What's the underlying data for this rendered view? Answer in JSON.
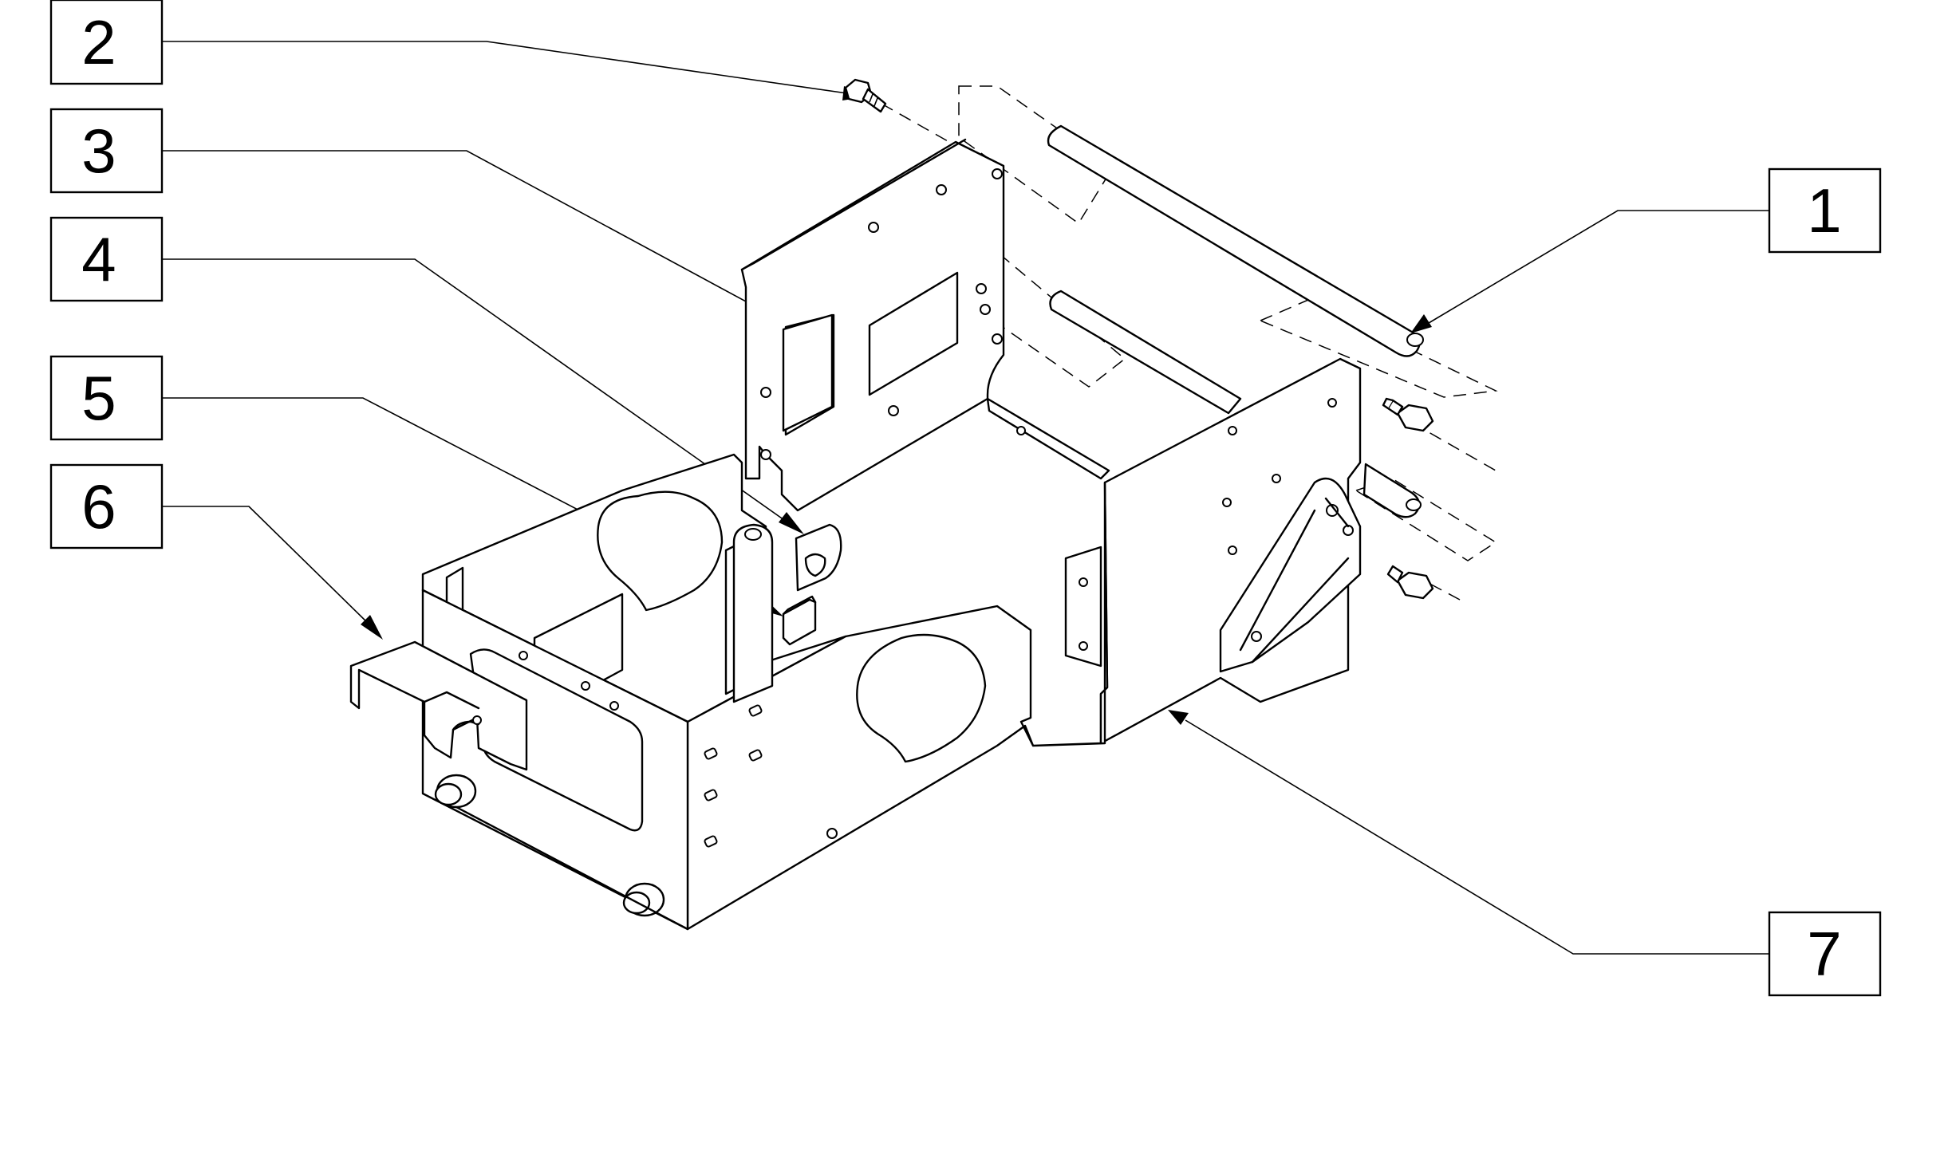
{
  "callouts": [
    {
      "id": "2",
      "label": "2"
    },
    {
      "id": "3",
      "label": "3"
    },
    {
      "id": "4",
      "label": "4"
    },
    {
      "id": "5",
      "label": "5"
    },
    {
      "id": "6",
      "label": "6"
    },
    {
      "id": "1",
      "label": "1"
    },
    {
      "id": "7",
      "label": "7"
    }
  ]
}
